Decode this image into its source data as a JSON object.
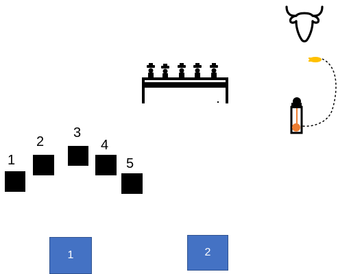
{
  "positions": [
    {
      "label": "1"
    },
    {
      "label": "2"
    },
    {
      "label": "3"
    },
    {
      "label": "4"
    },
    {
      "label": "5"
    }
  ],
  "buttons": [
    {
      "label": "1",
      "color": "#4472c4"
    },
    {
      "label": "2",
      "color": "#4472c4"
    }
  ],
  "icons": {
    "animal": "bull-head-icon",
    "table": "judges-table-icon",
    "device": "lamp-device-icon",
    "accent_orange": "#ed7d31",
    "accent_yellow": "#ffc000"
  }
}
